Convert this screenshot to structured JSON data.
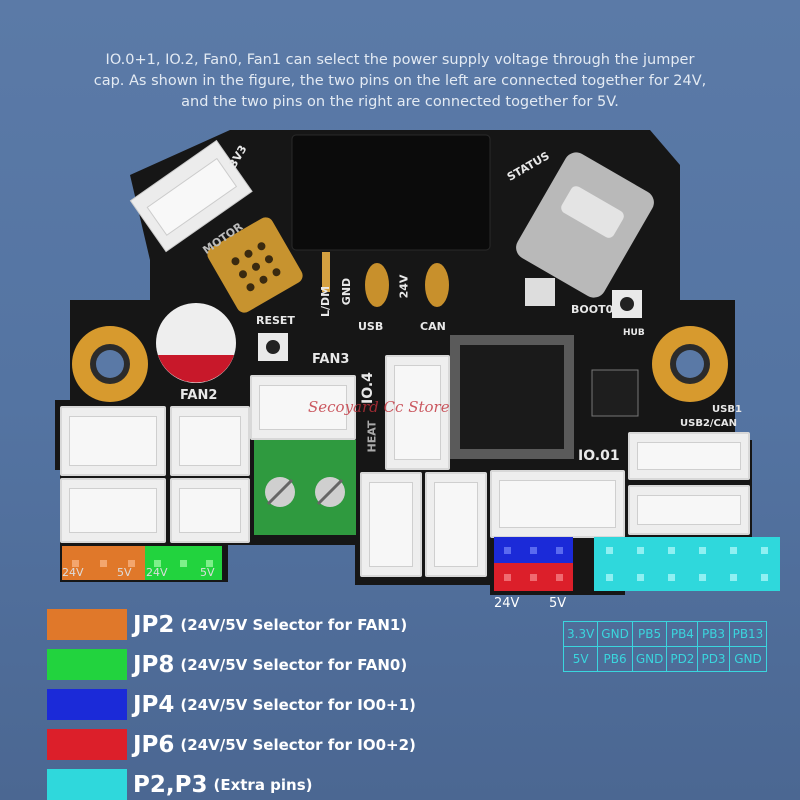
{
  "intro": {
    "line1": "IO.0+1, IO.2, Fan0, Fan1 can select the power supply voltage through the jumper",
    "line2": "cap. As shown in the figure, the two pins on the left are connected together for 24V,",
    "line3": "and the two pins on the right are connected together for 5V."
  },
  "board_labels": {
    "v3v3": "3V3",
    "motor": "MOTOR",
    "status": "STATUS",
    "gnd": "GND",
    "ldm": "L/DM",
    "v24": "24V",
    "usb": "USB",
    "can": "CAN",
    "reset": "RESET",
    "boot0": "BOOT0",
    "hub": "HUB",
    "fan3": "FAN3",
    "fan2": "FAN2",
    "io4": "IO.4",
    "heat": "HEAT",
    "io01": "IO.01",
    "usb1": "USB1",
    "usb2can": "USB2/CAN"
  },
  "watermark": "Secoyard Cc Store",
  "jumper_labels": {
    "jp2_24v": "24V",
    "jp2_5v": "5V",
    "jp8_24v": "24V",
    "jp8_5v": "5V",
    "io_24v": "24V",
    "io_5v": "5V"
  },
  "colors": {
    "jp2": "#e0782a",
    "jp8": "#22d33e",
    "jp4": "#1b2ad8",
    "jp6": "#dc1f2a",
    "p2p3": "#2fd8dc"
  },
  "legend": [
    {
      "name": "JP2",
      "desc": "(24V/5V Selector for FAN1)",
      "color": "#e0782a"
    },
    {
      "name": "JP8",
      "desc": "(24V/5V Selector for FAN0)",
      "color": "#22d33e"
    },
    {
      "name": "JP4",
      "desc": "(24V/5V Selector for IO0+1)",
      "color": "#1b2ad8"
    },
    {
      "name": "JP6",
      "desc": "(24V/5V Selector for IO0+2)",
      "color": "#dc1f2a"
    },
    {
      "name": "P2,P3",
      "desc": "(Extra pins)",
      "color": "#2fd8dc"
    }
  ],
  "pin_table": [
    [
      "3.3V",
      "GND",
      "PB5",
      "PB4",
      "PB3",
      "PB13"
    ],
    [
      "5V",
      "PB6",
      "GND",
      "PD2",
      "PD3",
      "GND"
    ]
  ]
}
